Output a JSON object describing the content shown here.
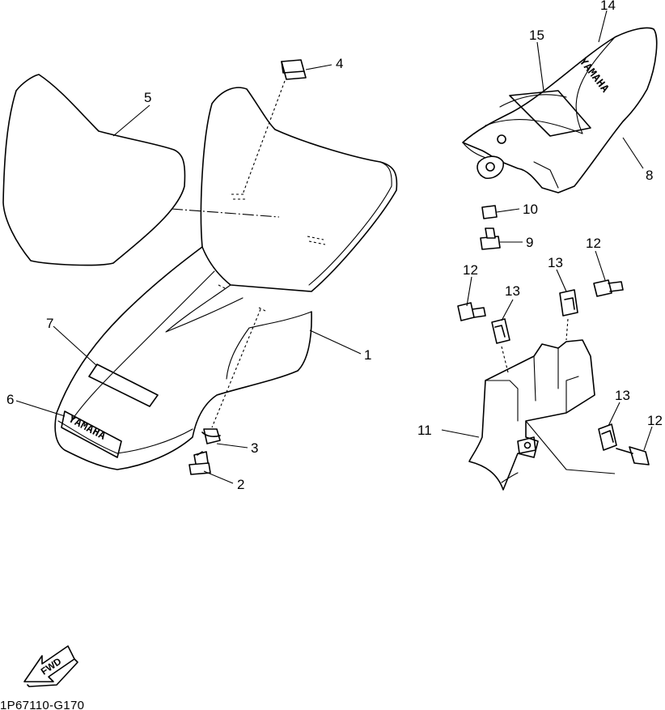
{
  "diagram": {
    "callouts": [
      "1",
      "2",
      "3",
      "4",
      "5",
      "6",
      "7",
      "8",
      "9",
      "10",
      "11",
      "12",
      "12",
      "12",
      "13",
      "13",
      "13",
      "14",
      "15"
    ],
    "brand_text": "YAMAHA",
    "fwd_label": "FWD",
    "figure_code": "1P67110-G170"
  }
}
